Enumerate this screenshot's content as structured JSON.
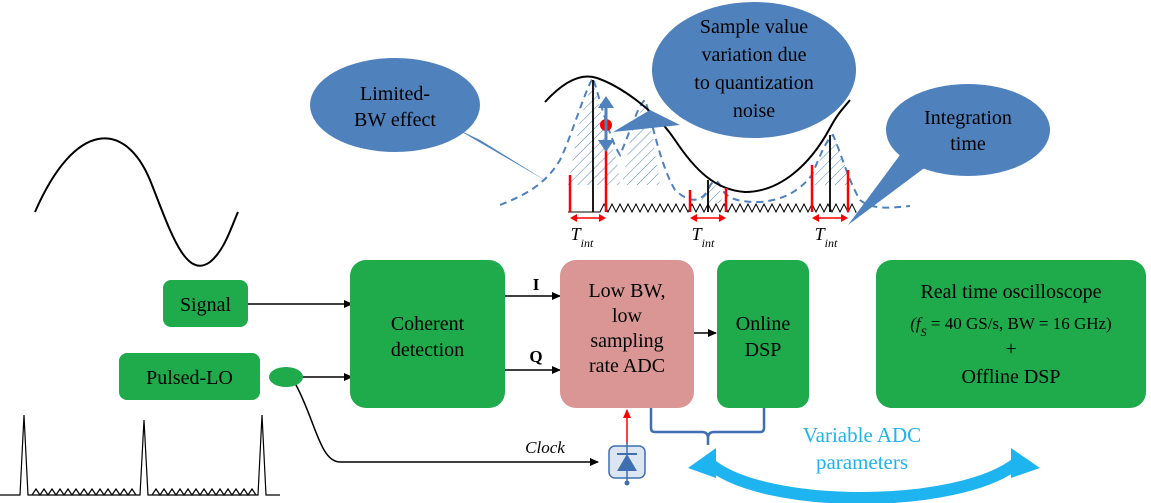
{
  "blocks": {
    "signal": "Signal",
    "pulsed_lo": "Pulsed-LO",
    "coherent": [
      "Coherent",
      "detection"
    ],
    "adc": [
      "Low BW,",
      "low",
      "sampling",
      "rate ADC"
    ],
    "online_dsp": [
      "Online",
      "DSP"
    ],
    "scope": {
      "line1": "Real time oscilloscope",
      "line2_prefix": "(f",
      "line2_sub": "S",
      "line2_rest": " = 40 GS/s, BW = 16 GHz)",
      "line3": "+",
      "line4": "Offline DSP"
    }
  },
  "labels": {
    "i": "I",
    "q": "Q",
    "clock": "Clock",
    "variable_adc": [
      "Variable ADC",
      "parameters"
    ],
    "t_int_main": "T",
    "t_int_sub": "int"
  },
  "callouts": {
    "limited_bw": [
      "Limited-",
      "BW effect"
    ],
    "quant_noise": [
      "Sample value",
      "variation due",
      "to quantization",
      "noise"
    ],
    "integration": [
      "Integration",
      "time"
    ]
  },
  "colors": {
    "green": "#1faa4b",
    "adc_pink": "#d99694",
    "callout_blue": "#4f81bd",
    "arrow_cyan": "#1eb4f0",
    "dash_blue": "#4f81bd",
    "red": "#ff0000",
    "bracket_blue": "#3f6fb0"
  }
}
